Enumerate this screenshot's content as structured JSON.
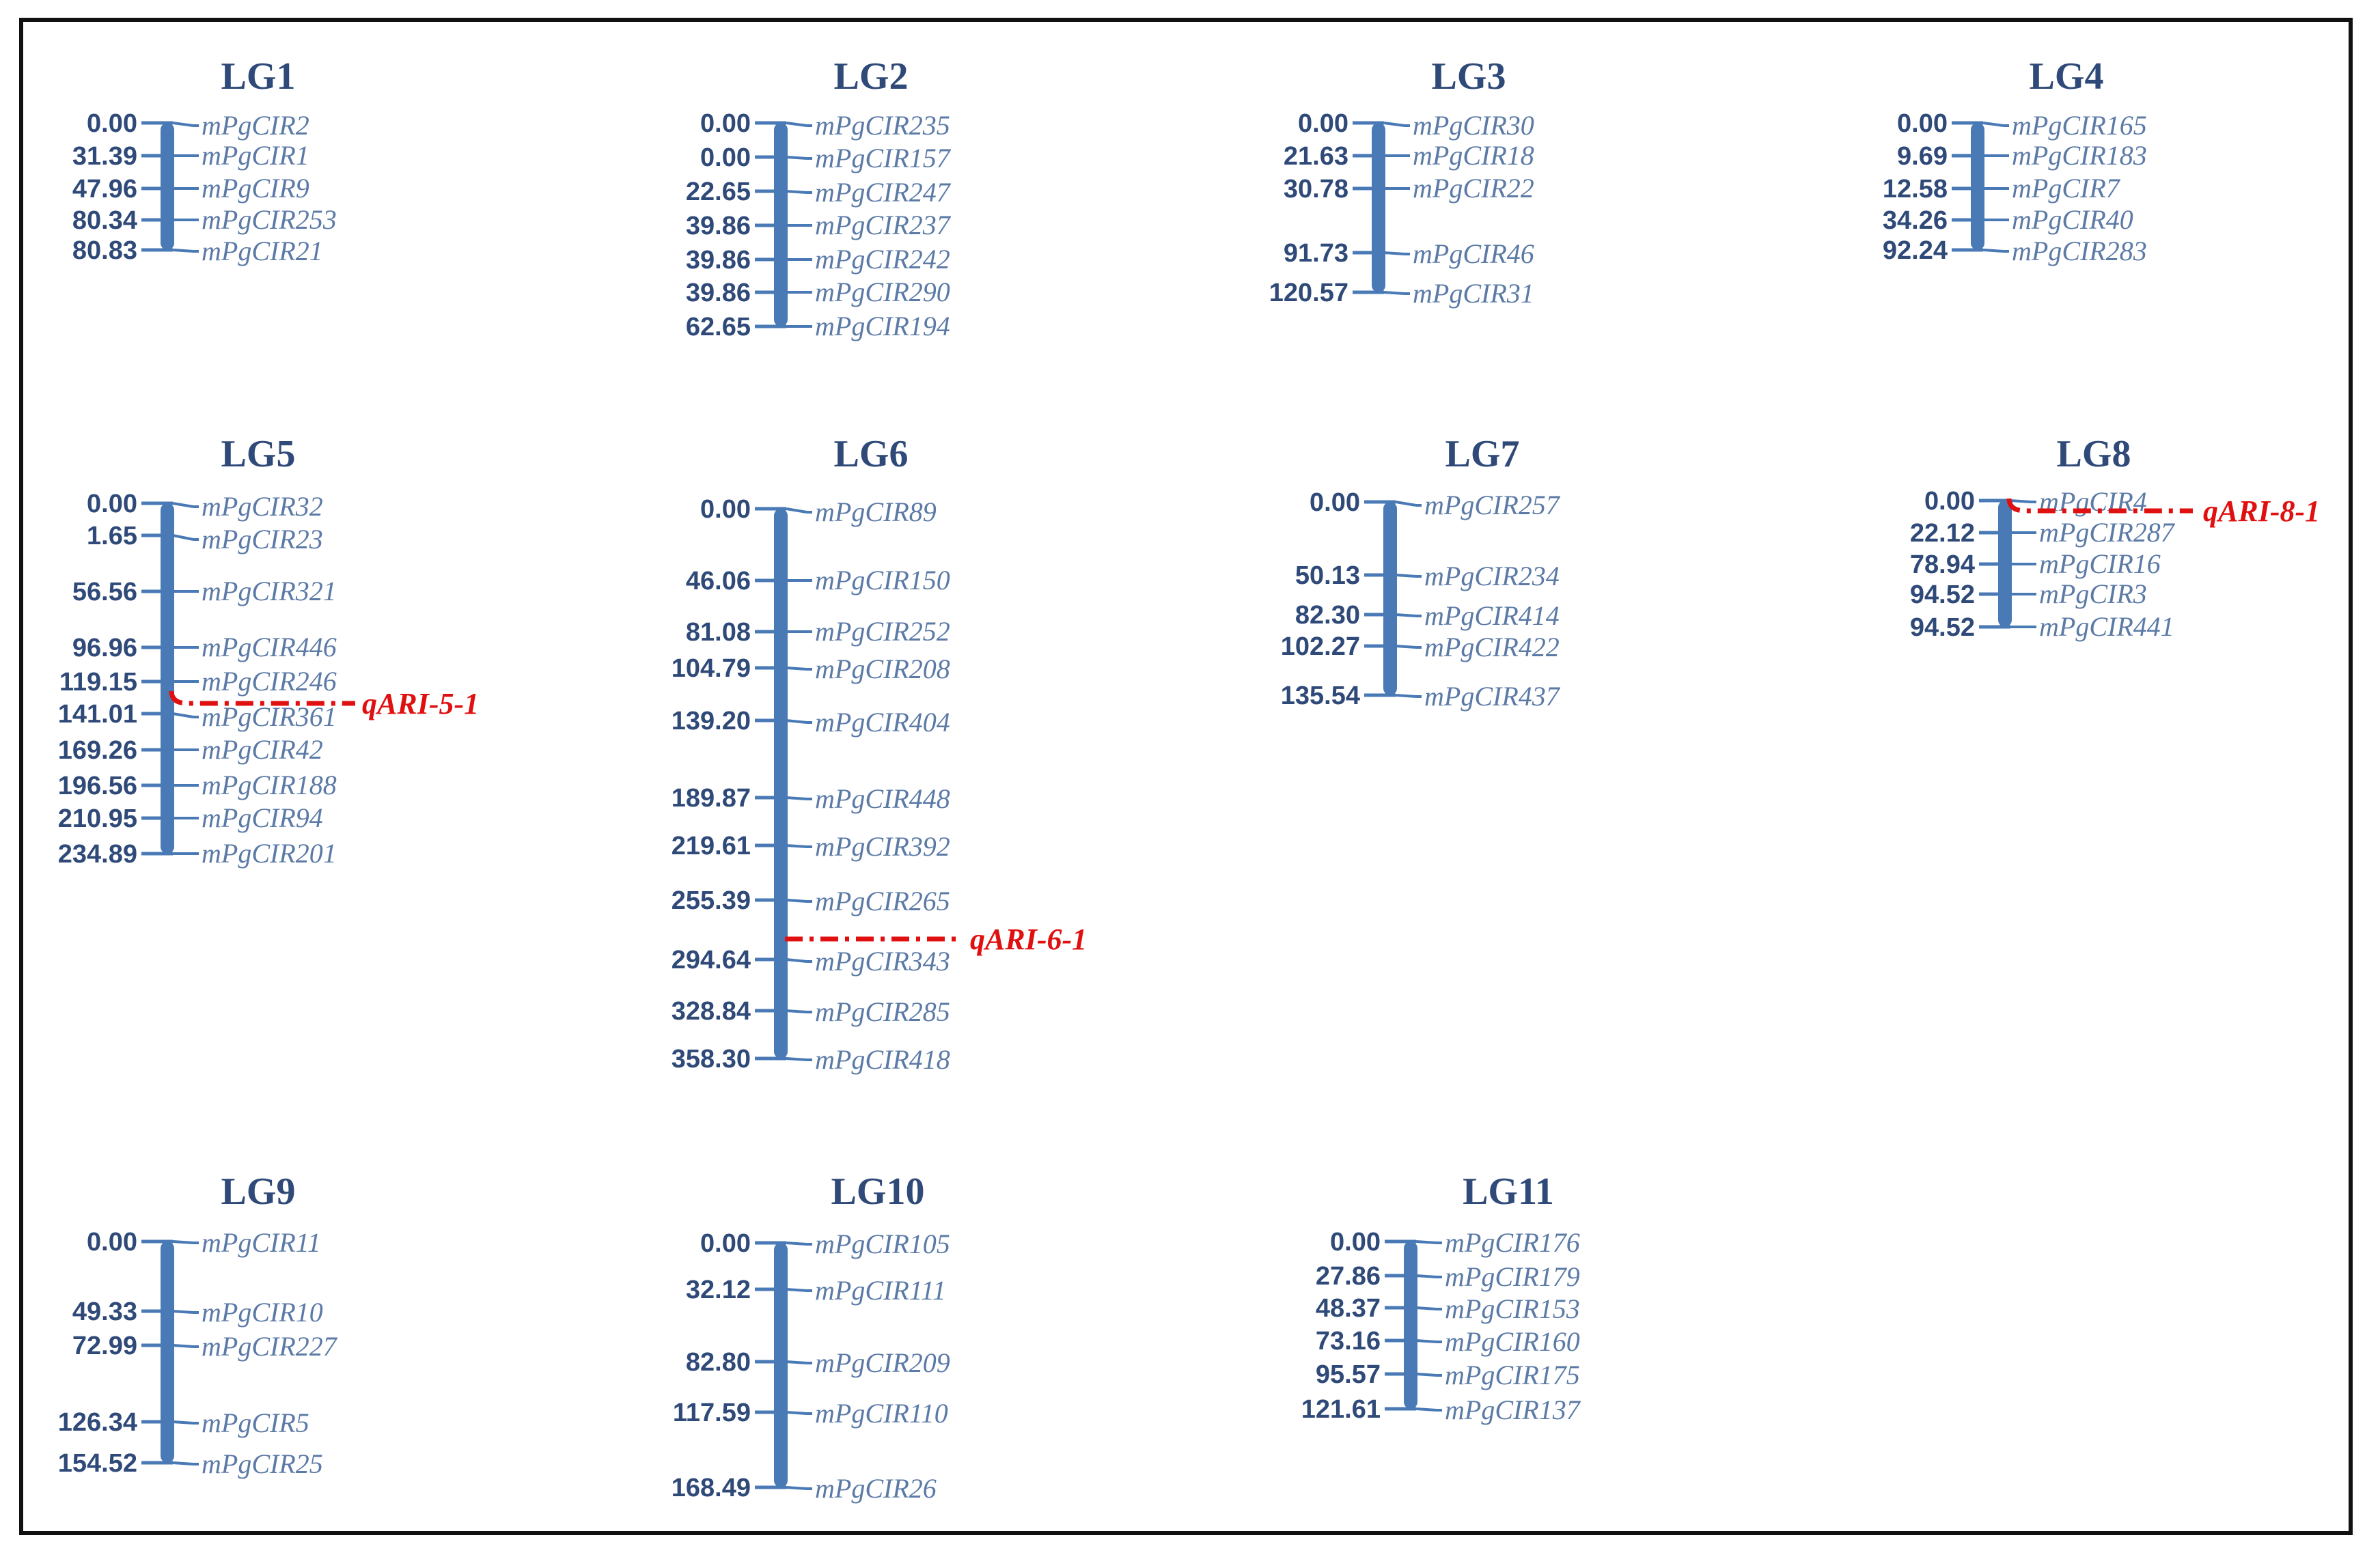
{
  "colors": {
    "chromosome": "#4a7ab5",
    "label": "#2f4a78",
    "marker": "#5b7aa6",
    "qtl": "#e01010",
    "border": "#111111"
  },
  "linkage_groups": [
    {
      "name": "LG1",
      "markers": [
        {
          "pos": "0.00",
          "name": "mPgCIR2"
        },
        {
          "pos": "31.39",
          "name": "mPgCIR1"
        },
        {
          "pos": "47.96",
          "name": "mPgCIR9"
        },
        {
          "pos": "80.34",
          "name": "mPgCIR253"
        },
        {
          "pos": "80.83",
          "name": "mPgCIR21"
        }
      ]
    },
    {
      "name": "LG2",
      "markers": [
        {
          "pos": "0.00",
          "name": "mPgCIR235"
        },
        {
          "pos": "0.00",
          "name": "mPgCIR157"
        },
        {
          "pos": "22.65",
          "name": "mPgCIR247"
        },
        {
          "pos": "39.86",
          "name": "mPgCIR237"
        },
        {
          "pos": "39.86",
          "name": "mPgCIR242"
        },
        {
          "pos": "39.86",
          "name": "mPgCIR290"
        },
        {
          "pos": "62.65",
          "name": "mPgCIR194"
        }
      ]
    },
    {
      "name": "LG3",
      "markers": [
        {
          "pos": "0.00",
          "name": "mPgCIR30"
        },
        {
          "pos": "21.63",
          "name": "mPgCIR18"
        },
        {
          "pos": "30.78",
          "name": "mPgCIR22"
        },
        {
          "pos": "91.73",
          "name": "mPgCIR46"
        },
        {
          "pos": "120.57",
          "name": "mPgCIR31"
        }
      ]
    },
    {
      "name": "LG4",
      "markers": [
        {
          "pos": "0.00",
          "name": "mPgCIR165"
        },
        {
          "pos": "9.69",
          "name": "mPgCIR183"
        },
        {
          "pos": "12.58",
          "name": "mPgCIR7"
        },
        {
          "pos": "34.26",
          "name": "mPgCIR40"
        },
        {
          "pos": "92.24",
          "name": "mPgCIR283"
        }
      ]
    },
    {
      "name": "LG5",
      "markers": [
        {
          "pos": "0.00",
          "name": "mPgCIR32"
        },
        {
          "pos": "1.65",
          "name": "mPgCIR23"
        },
        {
          "pos": "56.56",
          "name": "mPgCIR321"
        },
        {
          "pos": "96.96",
          "name": "mPgCIR446"
        },
        {
          "pos": "119.15",
          "name": "mPgCIR246"
        },
        {
          "pos": "141.01",
          "name": "mPgCIR361"
        },
        {
          "pos": "169.26",
          "name": "mPgCIR42"
        },
        {
          "pos": "196.56",
          "name": "mPgCIR188"
        },
        {
          "pos": "210.95",
          "name": "mPgCIR94"
        },
        {
          "pos": "234.89",
          "name": "mPgCIR201"
        }
      ],
      "qtl": "qARI-5-1"
    },
    {
      "name": "LG6",
      "markers": [
        {
          "pos": "0.00",
          "name": "mPgCIR89"
        },
        {
          "pos": "46.06",
          "name": "mPgCIR150"
        },
        {
          "pos": "81.08",
          "name": "mPgCIR252"
        },
        {
          "pos": "104.79",
          "name": "mPgCIR208"
        },
        {
          "pos": "139.20",
          "name": "mPgCIR404"
        },
        {
          "pos": "189.87",
          "name": "mPgCIR448"
        },
        {
          "pos": "219.61",
          "name": "mPgCIR392"
        },
        {
          "pos": "255.39",
          "name": "mPgCIR265"
        },
        {
          "pos": "294.64",
          "name": "mPgCIR343"
        },
        {
          "pos": "328.84",
          "name": "mPgCIR285"
        },
        {
          "pos": "358.30",
          "name": "mPgCIR418"
        }
      ],
      "qtl": "qARI-6-1"
    },
    {
      "name": "LG7",
      "markers": [
        {
          "pos": "0.00",
          "name": "mPgCIR257"
        },
        {
          "pos": "50.13",
          "name": "mPgCIR234"
        },
        {
          "pos": "82.30",
          "name": "mPgCIR414"
        },
        {
          "pos": "102.27",
          "name": "mPgCIR422"
        },
        {
          "pos": "135.54",
          "name": "mPgCIR437"
        }
      ]
    },
    {
      "name": "LG8",
      "markers": [
        {
          "pos": "0.00",
          "name": "mPgCIR4"
        },
        {
          "pos": "22.12",
          "name": "mPgCIR287"
        },
        {
          "pos": "78.94",
          "name": "mPgCIR16"
        },
        {
          "pos": "94.52",
          "name": "mPgCIR3"
        },
        {
          "pos": "94.52",
          "name": "mPgCIR441"
        }
      ],
      "qtl": "qARI-8-1"
    },
    {
      "name": "LG9",
      "markers": [
        {
          "pos": "0.00",
          "name": "mPgCIR11"
        },
        {
          "pos": "49.33",
          "name": "mPgCIR10"
        },
        {
          "pos": "72.99",
          "name": "mPgCIR227"
        },
        {
          "pos": "126.34",
          "name": "mPgCIR5"
        },
        {
          "pos": "154.52",
          "name": "mPgCIR25"
        }
      ]
    },
    {
      "name": "LG10",
      "markers": [
        {
          "pos": "0.00",
          "name": "mPgCIR105"
        },
        {
          "pos": "32.12",
          "name": "mPgCIR111"
        },
        {
          "pos": "82.80",
          "name": "mPgCIR209"
        },
        {
          "pos": "117.59",
          "name": "mPgCIR110"
        },
        {
          "pos": "168.49",
          "name": "mPgCIR26"
        }
      ]
    },
    {
      "name": "LG11",
      "markers": [
        {
          "pos": "0.00",
          "name": "mPgCIR176"
        },
        {
          "pos": "27.86",
          "name": "mPgCIR179"
        },
        {
          "pos": "48.37",
          "name": "mPgCIR153"
        },
        {
          "pos": "73.16",
          "name": "mPgCIR160"
        },
        {
          "pos": "95.57",
          "name": "mPgCIR175"
        },
        {
          "pos": "121.61",
          "name": "mPgCIR137"
        }
      ]
    }
  ]
}
